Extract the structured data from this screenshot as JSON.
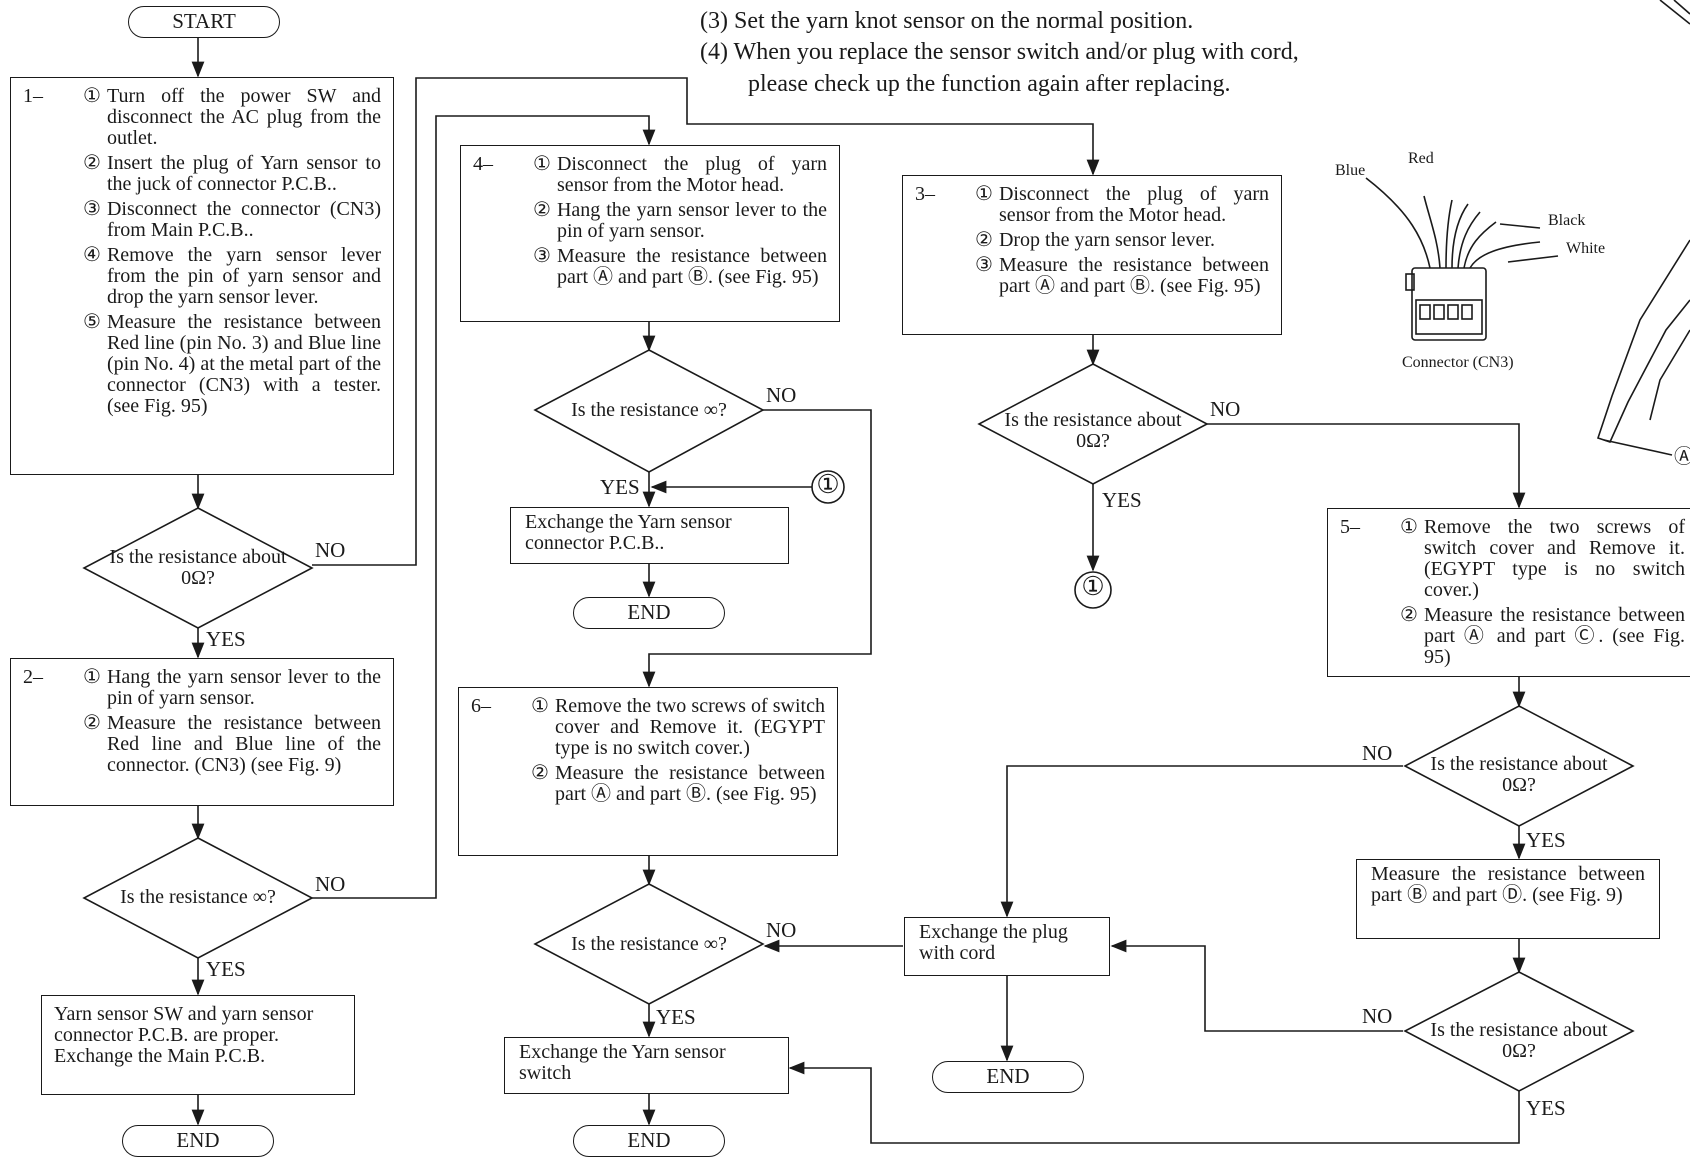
{
  "notes": [
    "(3) Set the yarn knot sensor on the normal position.",
    "(4) When you replace the sensor switch and/or plug with cord,",
    "please check up the function again after replacing."
  ],
  "start": "START",
  "end": "END",
  "yes": "YES",
  "no": "NO",
  "connector_ref": "①",
  "box1": {
    "step": "1–",
    "items": [
      {
        "n": "①",
        "t": "Turn off the power SW and disconnect the AC plug from the outlet."
      },
      {
        "n": "②",
        "t": "Insert the plug of Yarn sensor to the juck of connector P.C.B.."
      },
      {
        "n": "③",
        "t": "Disconnect the connector (CN3) from Main P.C.B.."
      },
      {
        "n": "④",
        "t": "Remove the yarn sensor lever from the pin of yarn sensor and drop the yarn sensor lever."
      },
      {
        "n": "⑤",
        "t": "Measure the resistance between Red line (pin No. 3) and Blue line (pin No. 4) at the metal part of the connector (CN3) with a tester. (see Fig. 95)"
      }
    ]
  },
  "box2": {
    "step": "2–",
    "items": [
      {
        "n": "①",
        "t": "Hang the yarn sensor lever to the pin of yarn sensor."
      },
      {
        "n": "②",
        "t": "Measure the resistance between Red line and Blue line of the connector. (CN3) (see Fig. 9)"
      }
    ]
  },
  "box3": {
    "step": "3–",
    "items": [
      {
        "n": "①",
        "t": "Disconnect the plug of yarn sensor from the Motor head."
      },
      {
        "n": "②",
        "t": "Drop the yarn sensor lever."
      },
      {
        "n": "③",
        "t": "Measure the resistance between part Ⓐ and part Ⓑ. (see Fig. 95)"
      }
    ]
  },
  "box4": {
    "step": "4–",
    "items": [
      {
        "n": "①",
        "t": "Disconnect the plug of yarn sensor from the Motor head."
      },
      {
        "n": "②",
        "t": "Hang the yarn sensor lever to the pin of yarn sensor."
      },
      {
        "n": "③",
        "t": "Measure the resistance between part Ⓐ and part Ⓑ. (see Fig. 95)"
      }
    ]
  },
  "box5": {
    "step": "5–",
    "items": [
      {
        "n": "①",
        "t": "Remove the two screws of switch cover and Remove it. (EGYPT type is no switch cover.)"
      },
      {
        "n": "②",
        "t": "Measure the resistance between part Ⓐ and part Ⓒ. (see Fig. 95)"
      }
    ]
  },
  "box6": {
    "step": "6–",
    "items": [
      {
        "n": "①",
        "t": "Remove the two screws of switch cover and Remove it. (EGYPT type is no switch cover.)"
      },
      {
        "n": "②",
        "t": "Measure the resistance between part Ⓐ and part Ⓑ. (see Fig. 95)"
      }
    ]
  },
  "box_measure_bd": "Measure the resistance between part Ⓑ and part Ⓓ. (see Fig. 9)",
  "box_proper": "Yarn sensor SW and yarn sensor connector P.C.B. are proper. Exchange the Main P.C.B.",
  "box_exch_conn": "Exchange the Yarn sensor connector P.C.B..",
  "box_exch_switch": "Exchange the Yarn sensor switch",
  "box_exch_plug": "Exchange the plug with cord",
  "q_about0": "Is the resistance about 0Ω?",
  "q_inf": "Is the resistance ∞?",
  "fig": {
    "blue": "Blue",
    "red": "Red",
    "black": "Black",
    "white": "White",
    "connector": "Connector (CN3)",
    "partA": "Ⓐ"
  }
}
